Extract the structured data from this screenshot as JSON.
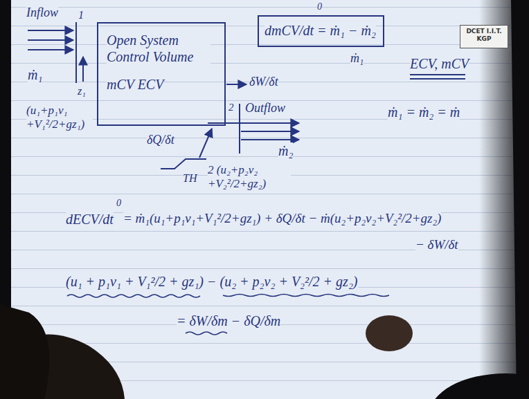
{
  "diagram": {
    "nodes": [
      {
        "text": [
          "Open System Control Volume",
          "mCV ECV"
        ]
      },
      {
        "text": [
          "dmCV/dt = ṁ₁ − ṁ₂"
        ]
      },
      {
        "text": [
          "DCET I.I.T. KGP"
        ]
      }
    ],
    "labels": [
      "Inflow",
      "1",
      "ṁ₁",
      "z₁",
      "(u₁+p₁v₁ +V₁²/2+gz₁)",
      "δW/δt",
      "2",
      "Outflow",
      "ṁ₂",
      "2 (u₂+p₂v₂ +V₂²/2+gz₂)",
      "δQ/δt",
      "TH",
      "0",
      "ṁ₁",
      "ECV, mCV",
      "ṁ₁ = ṁ₂ = ṁ",
      "0",
      "dECV/dt",
      "= ṁ₁(u₁+p₁v₁+V₁²/2+gz₁) + δQ/δt − ṁ(u₂+p₂v₂+V₂²/2+gz₂)",
      "− δW/δt",
      "(u₁ + p₁v₁ + V₁²/2 + gz₁) − (u₂ + p₂v₂ + V₂²/2 + gz₂)",
      "= δW/δm − δQ/δm"
    ]
  }
}
